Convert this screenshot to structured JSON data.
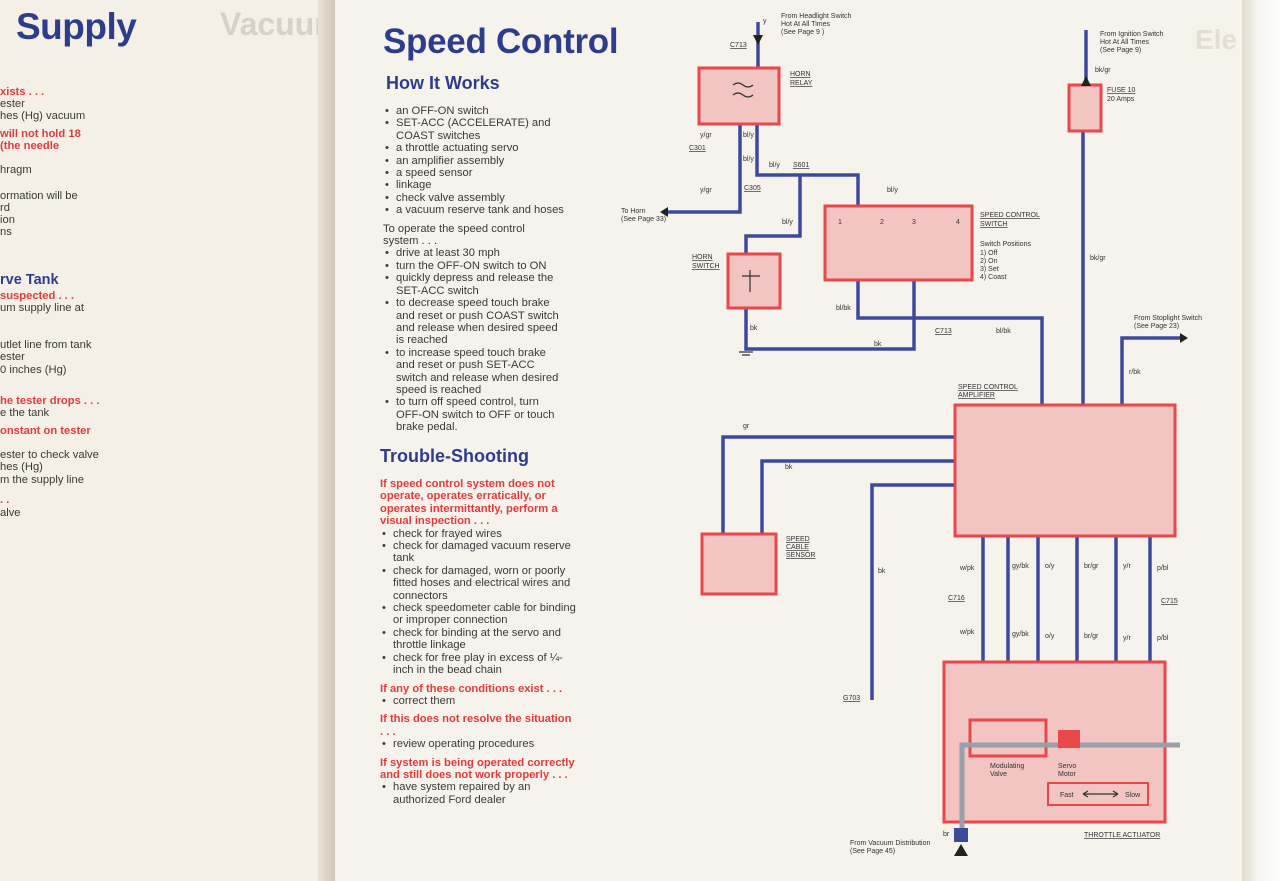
{
  "left_page": {
    "title": "Supply",
    "bleed_title": "Vacuum D",
    "lines": [
      {
        "text": "xists . . .",
        "red": true
      },
      {
        "text": "ester",
        "red": false
      },
      {
        "text": "hes (Hg) vacuum",
        "red": false
      },
      {
        "text": "will not hold 18",
        "red": true
      },
      {
        "text": "(the needle",
        "red": true
      },
      {
        "text": "hragm",
        "red": false
      },
      {
        "text": "ormation will be",
        "red": false
      },
      {
        "text": "rd",
        "red": false
      },
      {
        "text": "ion",
        "red": false
      },
      {
        "text": "ns",
        "red": false
      }
    ],
    "subheading": "rve Tank",
    "lines2": [
      {
        "text": "suspected . . .",
        "red": true
      },
      {
        "text": "um supply line at",
        "red": false
      },
      {
        "text": "utlet line from tank",
        "red": false
      },
      {
        "text": "ester",
        "red": false
      },
      {
        "text": "0 inches (Hg)",
        "red": false
      },
      {
        "text": "he tester drops . . .",
        "red": true
      },
      {
        "text": "e the tank",
        "red": false
      },
      {
        "text": "onstant on tester",
        "red": true
      },
      {
        "text": "ester to check valve",
        "red": false
      },
      {
        "text": "hes (Hg)",
        "red": false
      },
      {
        "text": "m the supply line",
        "red": false
      },
      {
        "text": ". .",
        "red": true
      },
      {
        "text": "alve",
        "red": false
      }
    ]
  },
  "right_page": {
    "bleed_title": "Ele",
    "title": "Speed Control",
    "how_it_works": {
      "heading": "How It Works",
      "items": [
        "an OFF-ON switch",
        "SET-ACC (ACCELERATE) and COAST switches",
        "a throttle actuating servo",
        "an amplifier assembly",
        "a speed sensor",
        "linkage",
        "check valve assembly",
        "a vacuum reserve tank and hoses"
      ],
      "intro": "To operate the speed control system . . .",
      "steps": [
        "drive at least 30 mph",
        "turn the OFF-ON switch to ON",
        "quickly depress and release the SET-ACC switch",
        "to decrease speed touch brake and reset or push COAST switch and release when desired speed is reached",
        "to increase speed touch brake and reset or push SET-ACC switch and release when desired speed is reached",
        "to turn off speed control, turn OFF-ON switch to OFF or touch brake pedal."
      ]
    },
    "trouble": {
      "heading": "Trouble-Shooting",
      "lead": "If speed control system does not operate, operates erratically, or operates intermittantly, perform a visual inspection . . .",
      "checks": [
        "check for frayed wires",
        "check for damaged vacuum reserve tank",
        "check for damaged, worn or poorly fitted hoses and electrical wires and connectors",
        "check speedometer cable for binding or improper connection",
        "check for binding at the servo and throttle linkage",
        "check for free play in excess of ¼-inch in the bead chain"
      ],
      "cond1": "If any of these conditions exist . . .",
      "cond1_items": [
        "correct them"
      ],
      "cond2": "If this does not resolve the situation . . .",
      "cond2_items": [
        "review operating procedures"
      ],
      "cond3": "If system is being operated correctly and still does not work properly . . .",
      "cond3_items": [
        "have system repaired by an authorized Ford dealer"
      ]
    }
  },
  "diagram": {
    "colors": {
      "wire": "#3d4a9c",
      "component_border": "#e8474b",
      "component_fill": "#f2c4c2",
      "text": "#333333"
    },
    "headlight_note": [
      "From Headlight Switch",
      "Hot At All Times",
      "(See Page 9 )"
    ],
    "ignition_note": [
      "From Ignition Switch",
      "Hot At All Times",
      "(See Page 9)"
    ],
    "stoplight_note": [
      "From Stoplight Switch",
      "(See Page 23)"
    ],
    "vacuum_note": [
      "From Vacuum Distribution",
      "(See Page 45)"
    ],
    "to_horn": [
      "To Horn",
      "(See Page 33)"
    ],
    "horn_relay": [
      "HORN",
      "RELAY"
    ],
    "horn_switch": [
      "HORN",
      "SWITCH"
    ],
    "fuse": [
      "FUSE 10",
      "20 Amps"
    ],
    "speed_control_switch": [
      "SPEED CONTROL",
      "SWITCH"
    ],
    "switch_positions": [
      "Switch Positions",
      "1) Off",
      "2) On",
      "3) Set",
      "4) Coast"
    ],
    "switch_terminals": [
      "1",
      "2",
      "3",
      "4"
    ],
    "amplifier": [
      "SPEED CONTROL",
      "AMPLIFIER"
    ],
    "sensor": [
      "SPEED",
      "CABLE",
      "SENSOR"
    ],
    "actuator": "THROTTLE ACTUATOR",
    "modulating_valve": [
      "Modulating",
      "Valve"
    ],
    "servo_motor": [
      "Servo",
      "Motor"
    ],
    "fast": "Fast",
    "slow": "Slow",
    "connectors": {
      "c713_top": "C713",
      "c301": "C301",
      "c305": "C305",
      "s601": "S601",
      "c713_mid": "C713",
      "c716": "C716",
      "c715": "C715",
      "g703": "G703"
    },
    "wire_labels": {
      "y": "y",
      "bk_gr": "bk/gr",
      "y_gr_1": "y/gr",
      "bl_y_1": "bl/y",
      "bl_y_2": "bl/y",
      "bl_y_3": "bl/y",
      "y_gr_2": "y/gr",
      "bl_y_4": "bl/y",
      "bl_y_5": "bl/y",
      "bk_gr_2": "bk/gr",
      "bl_bk_1": "bl/bk",
      "bl_bk_2": "bl/bk",
      "bk_1": "bk",
      "bk_2": "bk",
      "r_bk": "r/bk",
      "gr": "gr",
      "bk_3": "bk",
      "bk_4": "bk",
      "br": "br",
      "low_top": [
        "w/pk",
        "gy/bk",
        "o/y",
        "br/gr",
        "y/r",
        "p/bl"
      ],
      "low_bottom": [
        "w/pk",
        "gy/bk",
        "o/y",
        "br/gr",
        "y/r",
        "p/bl"
      ]
    }
  }
}
